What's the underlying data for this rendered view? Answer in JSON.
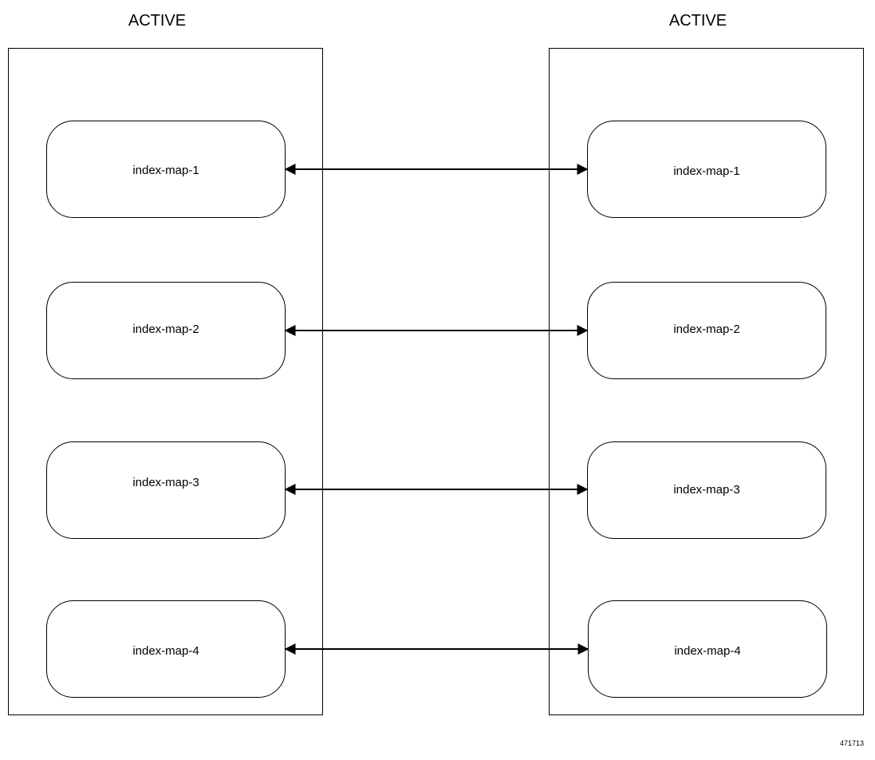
{
  "left_cluster": {
    "title": "ACTIVE",
    "maps": [
      "index-map-1",
      "index-map-2",
      "index-map-3",
      "index-map-4"
    ]
  },
  "right_cluster": {
    "title": "ACTIVE",
    "maps": [
      "index-map-1",
      "index-map-2",
      "index-map-3",
      "index-map-4"
    ]
  },
  "figure_id": "471713"
}
